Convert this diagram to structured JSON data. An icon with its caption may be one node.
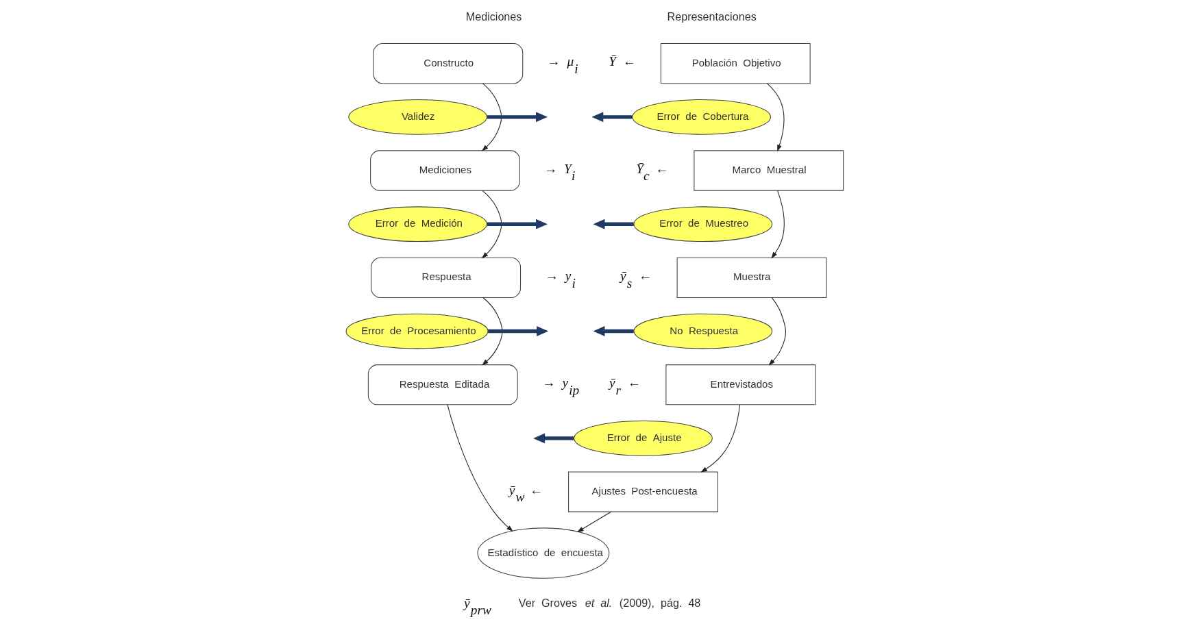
{
  "diagram": {
    "nodes": [
      {
        "text": [
          "Constructo"
        ],
        "beside": [
          "→ μ$_{i}$"
        ]
      },
      {
        "text": [
          "Validez"
        ]
      },
      {
        "text": [
          "Mediciones"
        ],
        "beside": [
          "→ Y$_{i}$"
        ]
      },
      {
        "text": [
          "Error de Medición"
        ]
      },
      {
        "text": [
          "Respuesta"
        ],
        "beside": [
          "→ y$_{i}$"
        ]
      },
      {
        "text": [
          "Error de Procesamiento"
        ]
      },
      {
        "text": [
          "Respuesta Editada"
        ],
        "beside": [
          "→ y$_{ip}$"
        ]
      },
      {
        "text": [
          "Población Objetivo"
        ],
        "beside": [
          "Ȳ ←"
        ]
      },
      {
        "text": [
          "Error de Cobertura"
        ]
      },
      {
        "text": [
          "Marco Muestral"
        ],
        "beside": [
          "Ȳ$_{c}$ ←"
        ]
      },
      {
        "text": [
          "Error de Muestreo"
        ]
      },
      {
        "text": [
          "Muestra"
        ],
        "beside": [
          "ȳ$_{s}$ ←"
        ]
      },
      {
        "text": [
          "No Respuesta"
        ]
      },
      {
        "text": [
          "Entrevistados"
        ],
        "beside": [
          "ȳ$_{r}$ ←"
        ]
      },
      {
        "text": [
          "Error de Ajuste"
        ]
      },
      {
        "text": [
          "Ajustes Post-encuesta"
        ],
        "beside": [
          "ȳ$_{w}$ ←"
        ]
      },
      {
        "text": [
          "Estadístico de encuesta"
        ],
        "beside": [
          "ȳ$_{prw}$"
        ]
      }
    ],
    "edges": [
      {
        "from": 0,
        "to": 2,
        "arrow": "to"
      },
      {
        "from": 2,
        "to": 4,
        "arrow": "to"
      },
      {
        "from": 4,
        "to": 6,
        "arrow": "to"
      },
      {
        "from": 6,
        "to": 16,
        "arrow": "to"
      },
      {
        "from": 7,
        "to": 9,
        "arrow": "to"
      },
      {
        "from": 9,
        "to": 11,
        "arrow": "to"
      },
      {
        "from": 11,
        "to": 13,
        "arrow": "to"
      },
      {
        "from": 13,
        "to": 15,
        "arrow": "to"
      },
      {
        "from": 15,
        "to": 16,
        "arrow": "to"
      },
      {
        "from": 1,
        "to": null,
        "arrow": "to",
        "style": "thick",
        "color": "#1f3b63"
      },
      {
        "from": 3,
        "to": null,
        "arrow": "to",
        "style": "thick",
        "color": "#1f3b63"
      },
      {
        "from": 5,
        "to": null,
        "arrow": "to",
        "style": "thick",
        "color": "#1f3b63"
      },
      {
        "from": 8,
        "to": null,
        "arrow": "to",
        "style": "thick",
        "color": "#1f3b63"
      },
      {
        "from": 10,
        "to": null,
        "arrow": "to",
        "style": "thick",
        "color": "#1f3b63"
      },
      {
        "from": 12,
        "to": null,
        "arrow": "to",
        "style": "thick",
        "color": "#1f3b63"
      },
      {
        "from": 14,
        "to": null,
        "arrow": "to",
        "style": "thick",
        "color": "#1f3b63"
      }
    ],
    "labels": [
      "Mediciones",
      "Representaciones",
      "Ver Groves *et al.* (2009), pág. 48"
    ]
  }
}
